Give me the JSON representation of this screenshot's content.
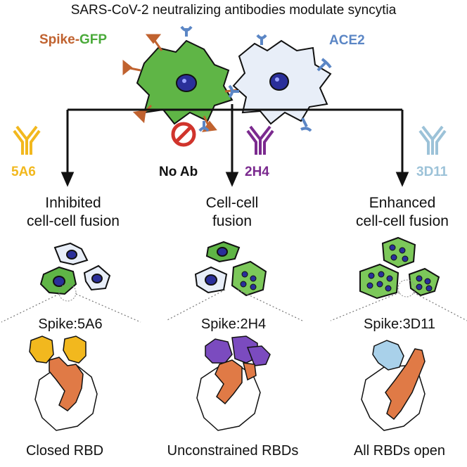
{
  "title": "SARS-CoV-2 neutralizing antibodies modulate syncytia",
  "top_labels": {
    "spike_part": "Spike-",
    "gfp_part": "GFP",
    "ace2": "ACE2"
  },
  "antibodies": [
    {
      "name": "5A6",
      "color": "#f2b81e"
    },
    {
      "name": "No Ab",
      "color": "#111111"
    },
    {
      "name": "2H4",
      "color": "#7b2a8f"
    },
    {
      "name": "3D11",
      "color": "#9cc2d8"
    }
  ],
  "outcomes": [
    {
      "line1": "Inhibited",
      "line2": "cell-cell fusion"
    },
    {
      "line1": "Cell-cell",
      "line2": "fusion"
    },
    {
      "line1": "Enhanced",
      "line2": "cell-cell fusion"
    }
  ],
  "complexes": [
    "Spike:5A6",
    "Spike:2H4",
    "Spike:3D11"
  ],
  "rbd_states": [
    "Closed RBD",
    "Unconstrained RBDs",
    "All RBDs open"
  ],
  "colors": {
    "spike_brown": "#c0622f",
    "gfp_green": "#4aaa3a",
    "ace2_blue": "#5b86c5",
    "cell_green": "#7cc85a",
    "cell_blue": "#e8eef8",
    "nucleus": "#2a2f9a",
    "rbd_orange": "#e07a46"
  }
}
